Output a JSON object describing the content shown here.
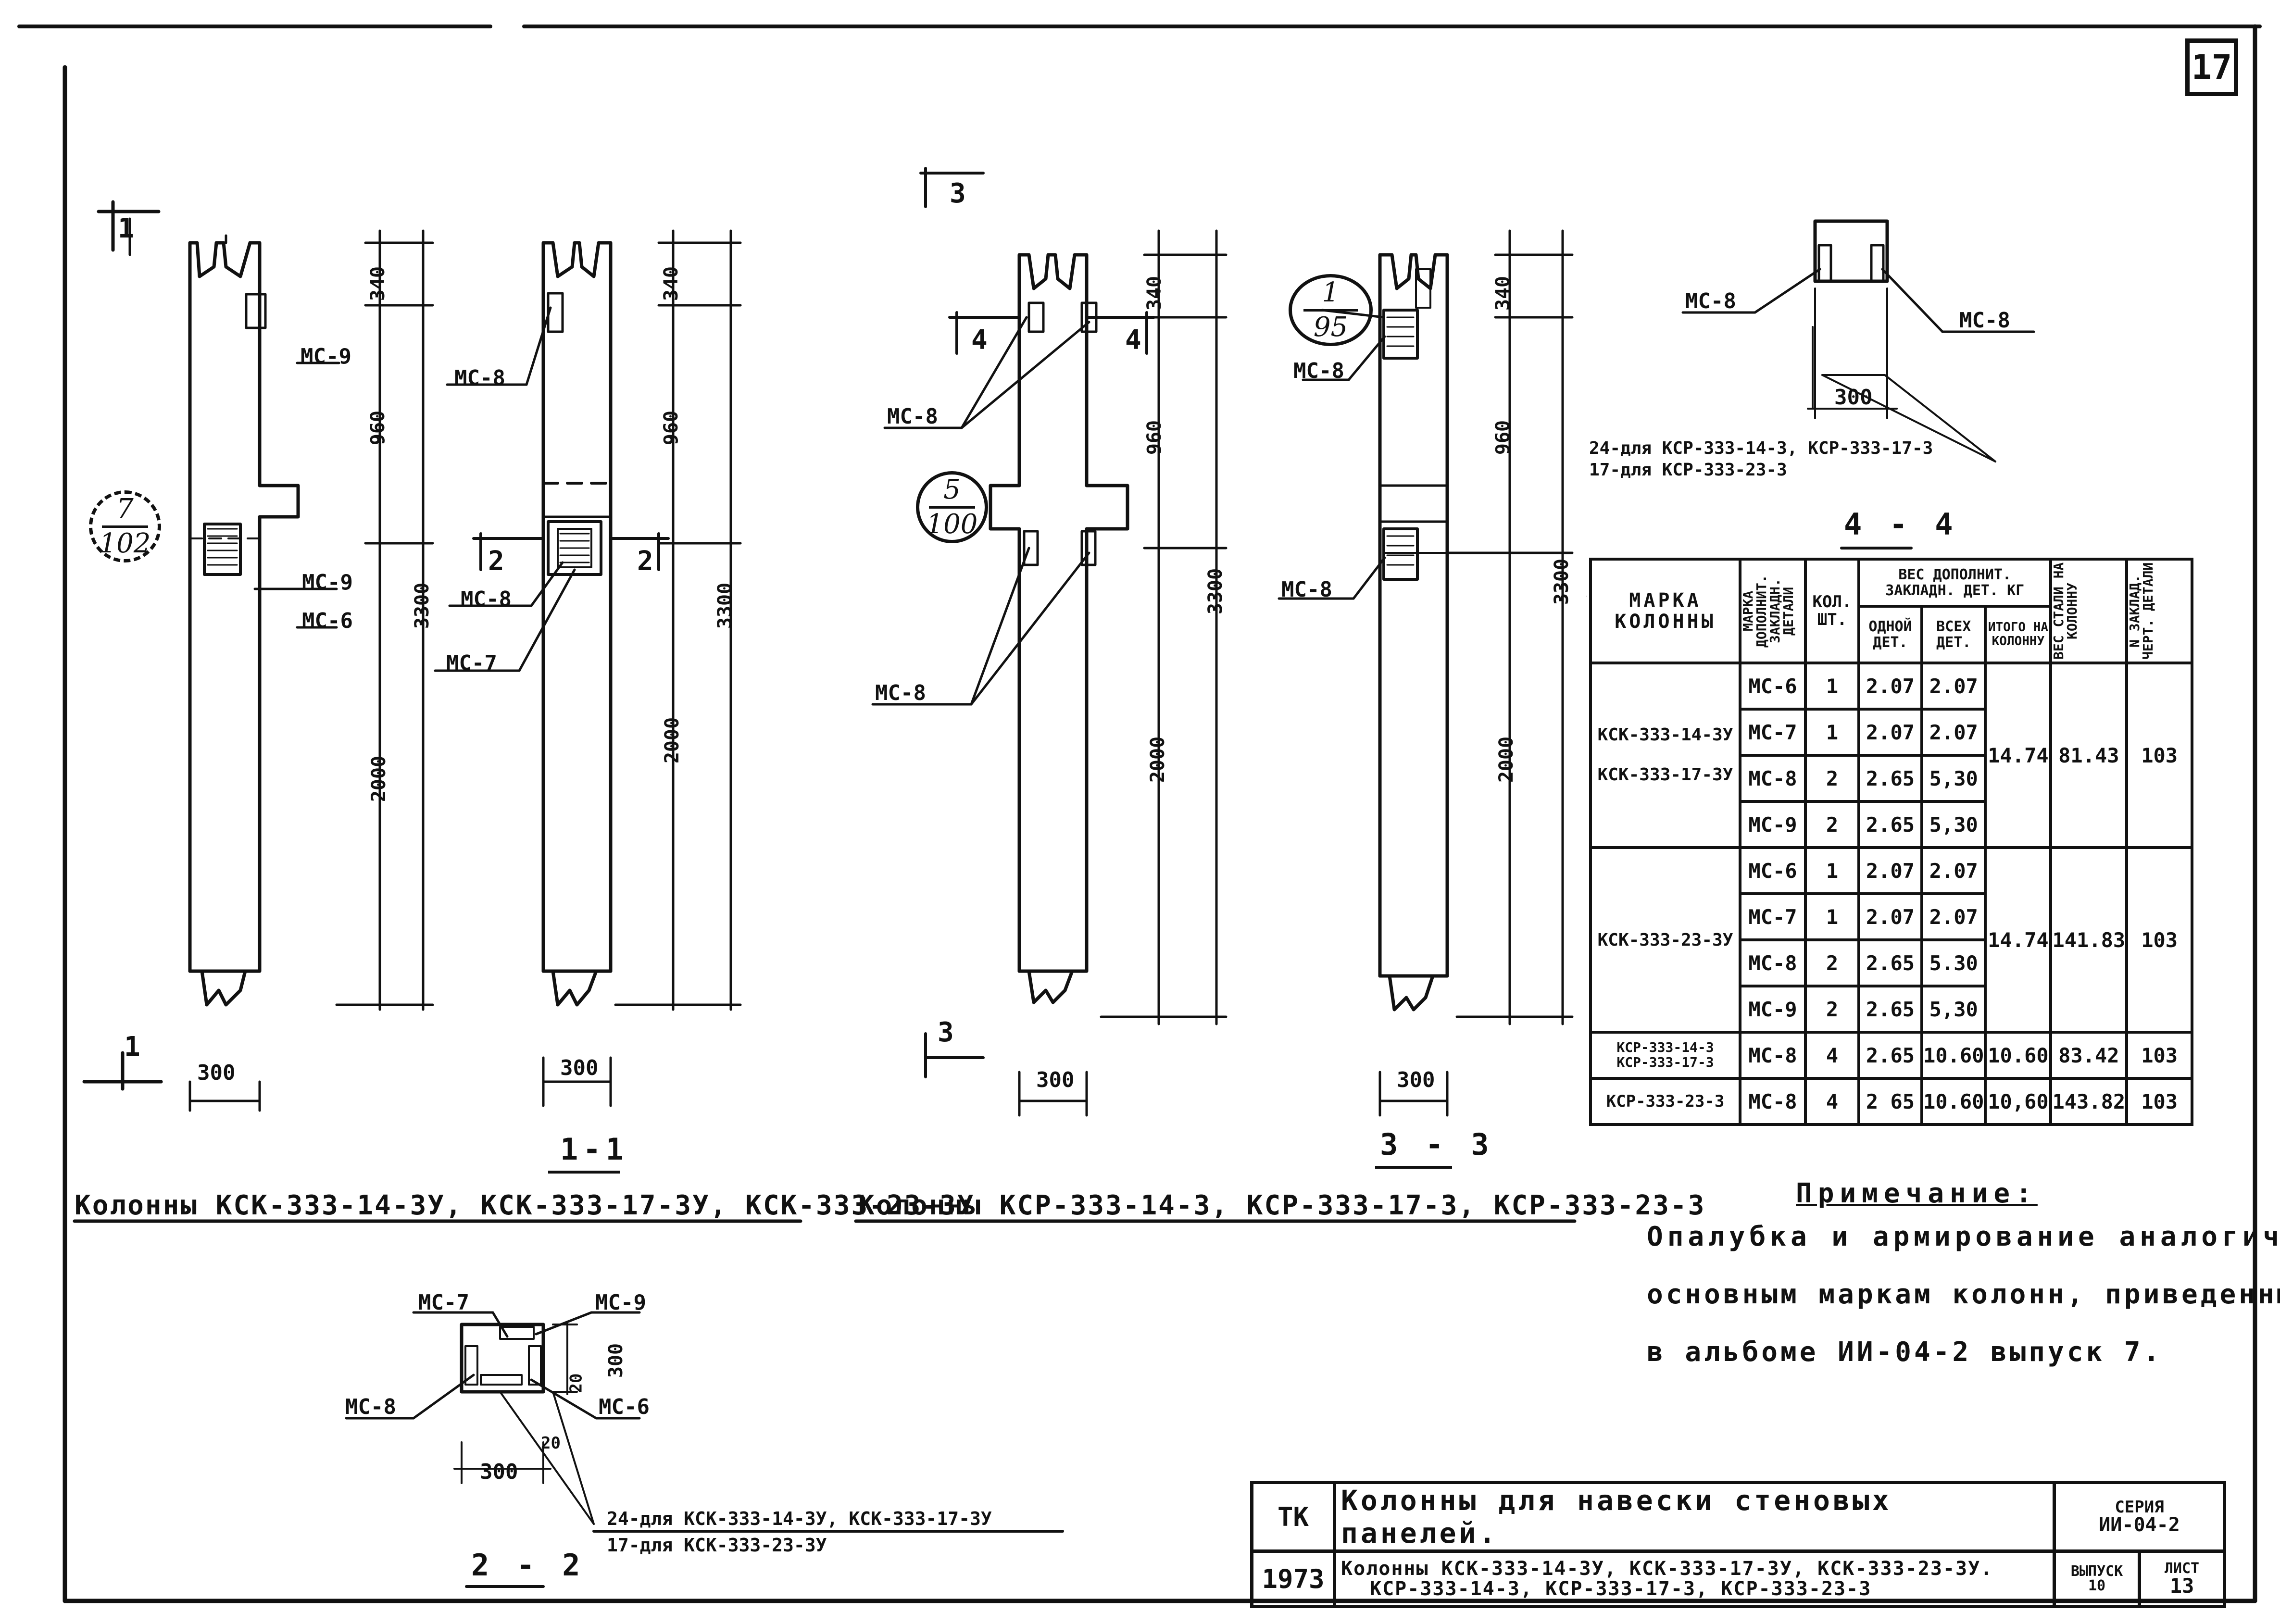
{
  "sheet_number": "17",
  "views": {
    "left_group": {
      "caption": "Колонны КСК-333-14-3У, КСК-333-17-3У, КСК-333-23-3У",
      "section_label": "1-1",
      "section_mark": "1",
      "callout": {
        "top": "7",
        "bottom": "102"
      },
      "dims": {
        "d340": "340",
        "d960": "960",
        "d3300": "3300",
        "d2000": "2000",
        "d300": "300"
      },
      "labels": {
        "mc9": "МС-9",
        "mc6": "МС-6",
        "mc8": "МС-8",
        "mc7": "МС-7",
        "cut2": "2"
      }
    },
    "middle_group": {
      "caption": "Колонны КСР-333-14-3, КСР-333-17-3, КСР-333-23-3",
      "section_label": "3 - 3",
      "section_mark": "3",
      "callout_a": {
        "top": "5",
        "bottom": "100"
      },
      "callout_b": {
        "top": "1",
        "bottom": "95"
      },
      "dims": {
        "d340": "340",
        "d960": "960",
        "d3300": "3300",
        "d2000": "2000",
        "d300": "300"
      },
      "labels": {
        "mc8": "МС-8",
        "cut4": "4"
      }
    },
    "section_4_4": {
      "label": "4 - 4",
      "mc8": "МС-8",
      "dim": "300",
      "note_line1": "24-для КСР-333-14-3, КСР-333-17-3",
      "note_line2": "17-для КСР-333-23-3"
    },
    "section_2_2": {
      "label": "2 - 2",
      "mc7": "МС-7",
      "mc9": "МС-9",
      "mc8": "МС-8",
      "mc6": "МС-6",
      "dim300a": "300",
      "dim300b": "300",
      "dim20a": "20",
      "dim20b": "20",
      "note_line1": "24-для КСК-333-14-3У, КСК-333-17-3У",
      "note_line2": "17-для КСК-333-23-3У"
    }
  },
  "schedule": {
    "headers": {
      "mark": "МАРКА КОЛОННЫ",
      "detail_mark": "МАРКА ДОПОЛНИТ. ЗАКЛАДН. ДЕТАЛИ",
      "qty": "КОЛ. ШТ.",
      "weight_group": "ВЕС ДОПОЛНИТ. ЗАКЛАДН. ДЕТ. КГ",
      "weight_one": "ОДНОЙ ДЕТ.",
      "weight_all": "ВСЕХ ДЕТ.",
      "weight_total": "ИТОГО НА КОЛОННУ",
      "steel_weight": "ВЕС СТАЛИ НА КОЛОННУ",
      "drawing_no": "N ЗАКЛАД. ЧЕРТ. ДЕТАЛИ"
    },
    "groups": [
      {
        "marks": [
          "КСК-333-14-3У",
          "КСК-333-17-3У"
        ],
        "total": "14.74",
        "steel": "81.43",
        "drawing": "103",
        "rows": [
          {
            "detail": "МС-6",
            "qty": "1",
            "one": "2.07",
            "all": "2.07"
          },
          {
            "detail": "МС-7",
            "qty": "1",
            "one": "2.07",
            "all": "2.07"
          },
          {
            "detail": "МС-8",
            "qty": "2",
            "one": "2.65",
            "all": "5,30"
          },
          {
            "detail": "МС-9",
            "qty": "2",
            "one": "2.65",
            "all": "5,30"
          }
        ]
      },
      {
        "marks": [
          "КСК-333-23-3У"
        ],
        "total": "14.74",
        "steel": "141.83",
        "drawing": "103",
        "rows": [
          {
            "detail": "МС-6",
            "qty": "1",
            "one": "2.07",
            "all": "2.07"
          },
          {
            "detail": "МС-7",
            "qty": "1",
            "one": "2.07",
            "all": "2.07"
          },
          {
            "detail": "МС-8",
            "qty": "2",
            "one": "2.65",
            "all": "5.30"
          },
          {
            "detail": "МС-9",
            "qty": "2",
            "one": "2.65",
            "all": "5,30"
          }
        ]
      },
      {
        "marks": [
          "КСР-333-14-3",
          "КСР-333-17-3"
        ],
        "total": "10.60",
        "steel": "83.42",
        "drawing": "103",
        "rows": [
          {
            "detail": "МС-8",
            "qty": "4",
            "one": "2.65",
            "all": "10.60"
          }
        ]
      },
      {
        "marks": [
          "КСР-333-23-3"
        ],
        "total": "10,60",
        "steel": "143.82",
        "drawing": "103",
        "rows": [
          {
            "detail": "МС-8",
            "qty": "4",
            "one": "2 65",
            "all": "10.60"
          }
        ]
      }
    ]
  },
  "note": {
    "heading": "Примечание:",
    "line1": "Опалубка и армирование аналогичны",
    "line2": "основным маркам колонн, приведенным",
    "line3": "в альбоме ИИ-04-2 выпуск 7."
  },
  "title_block": {
    "code": "ТК",
    "year": "1973",
    "title": "Колонны для навески стеновых панелей.",
    "subtitle1": "Колонны КСК-333-14-3У, КСК-333-17-3У, КСК-333-23-3У.",
    "subtitle2": "КСР-333-14-3, КСР-333-17-3, КСР-333-23-3",
    "series_label": "СЕРИЯ",
    "series": "ИИ-04-2",
    "issue_label": "ВЫПУСК",
    "issue": "10",
    "sheet_label": "ЛИСТ",
    "sheet": "13"
  }
}
